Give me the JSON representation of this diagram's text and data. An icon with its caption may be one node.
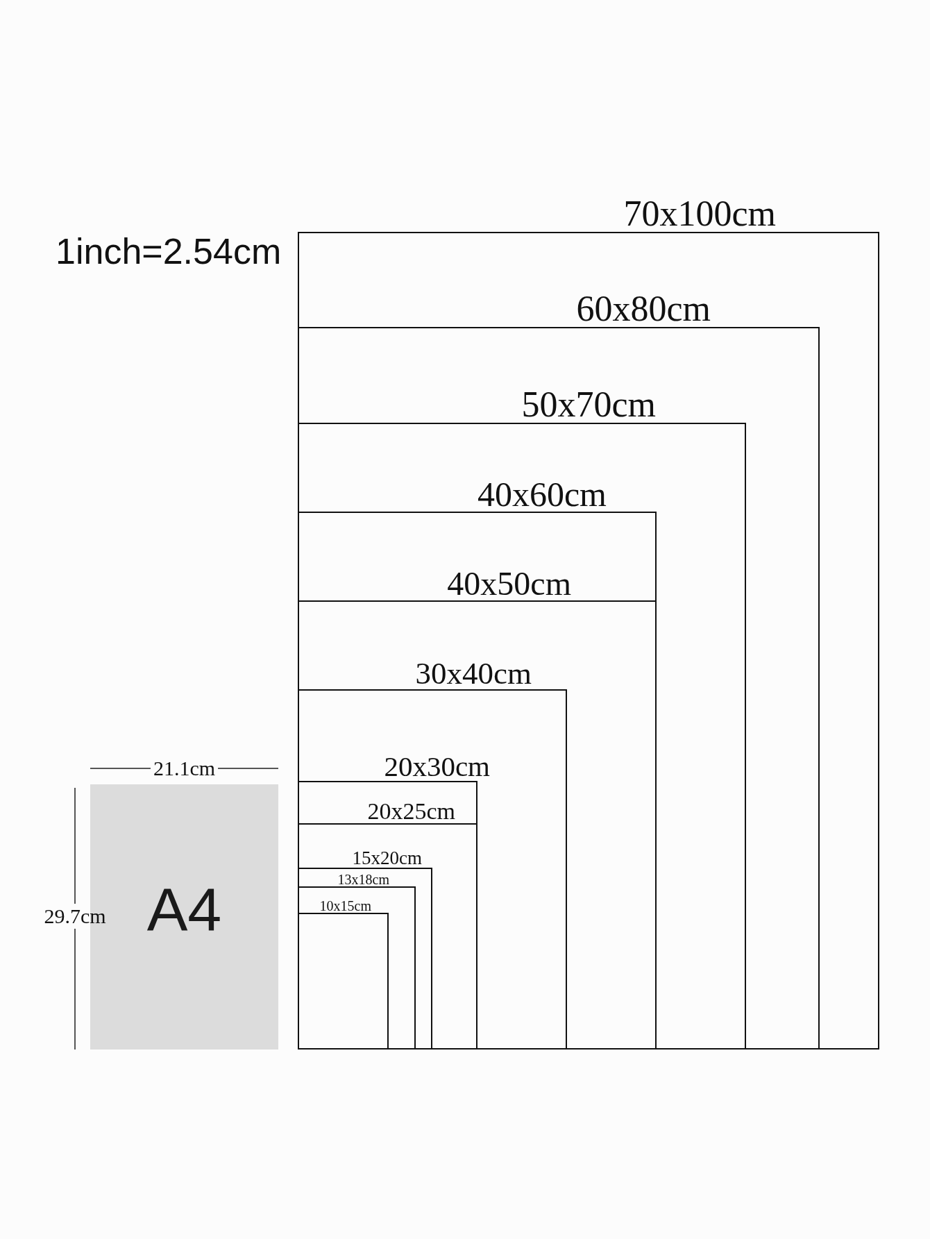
{
  "diagram": {
    "nodes": [
      {
        "text": [
          "70x100cm"
        ]
      },
      {
        "text": [
          "60x80cm"
        ],
        "in": 0
      },
      {
        "text": [
          "50x70cm"
        ],
        "in": 1
      },
      {
        "text": [
          "40x60cm"
        ],
        "in": 2
      },
      {
        "text": [
          "40x50cm"
        ],
        "in": 3
      },
      {
        "text": [
          "30x40cm"
        ],
        "in": 4
      },
      {
        "text": [
          "20x30cm"
        ],
        "in": 5
      },
      {
        "text": [
          "20x25cm"
        ],
        "in": 6
      },
      {
        "text": [
          "15x20cm"
        ],
        "in": 7
      },
      {
        "text": [
          "13x18cm"
        ],
        "in": 8
      },
      {
        "text": [
          "10x15cm"
        ],
        "in": 9
      },
      {
        "text": [
          "A4"
        ],
        "beside": [
          "21.1cm",
          "29.7cm"
        ]
      }
    ],
    "labels": [
      "1inch=2.54cm"
    ]
  }
}
